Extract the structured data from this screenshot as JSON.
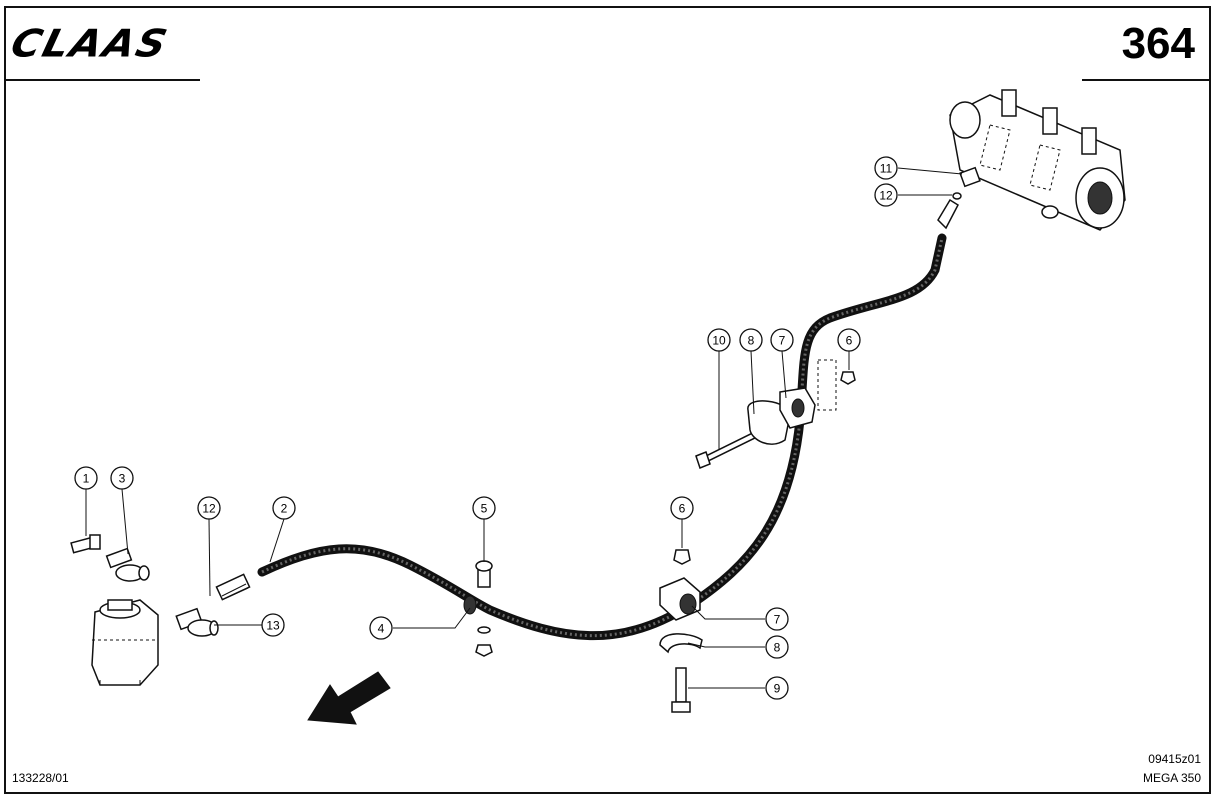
{
  "header": {
    "brand_logo": "CLAAS",
    "page_number": "364"
  },
  "footer": {
    "document_number": "133228/01",
    "drawing_number": "09415z01",
    "model_name": "MEGA 350"
  },
  "callouts": [
    {
      "id": "c1",
      "label": "1"
    },
    {
      "id": "c3",
      "label": "3"
    },
    {
      "id": "c12a",
      "label": "12"
    },
    {
      "id": "c2",
      "label": "2"
    },
    {
      "id": "c13",
      "label": "13"
    },
    {
      "id": "c5",
      "label": "5"
    },
    {
      "id": "c4",
      "label": "4"
    },
    {
      "id": "c6a",
      "label": "6"
    },
    {
      "id": "c7a",
      "label": "7"
    },
    {
      "id": "c8a",
      "label": "8"
    },
    {
      "id": "c9",
      "label": "9"
    },
    {
      "id": "c10",
      "label": "10"
    },
    {
      "id": "c8b",
      "label": "8"
    },
    {
      "id": "c7b",
      "label": "7"
    },
    {
      "id": "c6b",
      "label": "6"
    },
    {
      "id": "c11",
      "label": "11"
    },
    {
      "id": "c12b",
      "label": "12"
    }
  ],
  "icons": {
    "direction_arrow": "arrow-down-left-icon"
  }
}
